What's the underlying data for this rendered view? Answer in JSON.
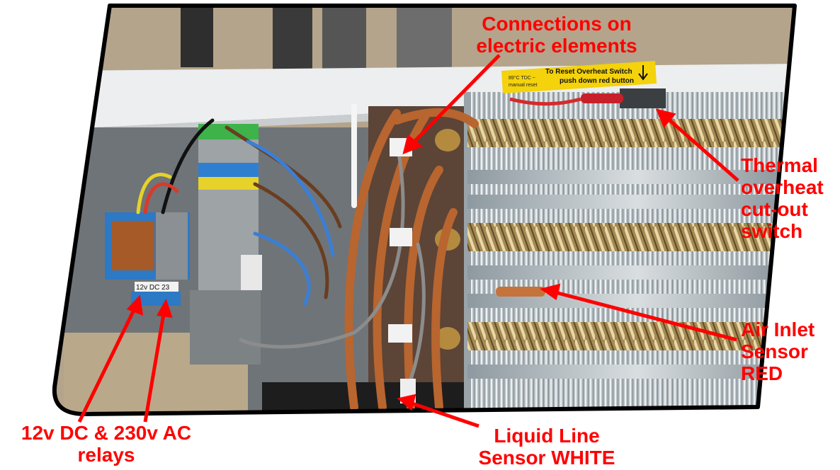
{
  "labels": {
    "connections": {
      "line1": "Connections on",
      "line2": "electric elements"
    },
    "thermal": {
      "line1": "Thermal",
      "line2": "overheat",
      "line3": "cut-out",
      "line4": "switch"
    },
    "air_inlet": {
      "line1": "Air Inlet",
      "line2": "Sensor",
      "line3": "RED"
    },
    "relays": {
      "line1": "12v DC & 230v AC",
      "line2": "relays"
    },
    "liquid_line": {
      "line1": "Liquid Line",
      "line2": "Sensor WHITE"
    }
  },
  "sticker": {
    "line1": "To Reset Overheat Switch",
    "line2": "push down red button",
    "small1": "89°C TDC ~",
    "small2": "manual reset"
  },
  "relay_sticker": "12v DC  23",
  "colors": {
    "annotation": "#ff0000",
    "frame": "#000000"
  }
}
